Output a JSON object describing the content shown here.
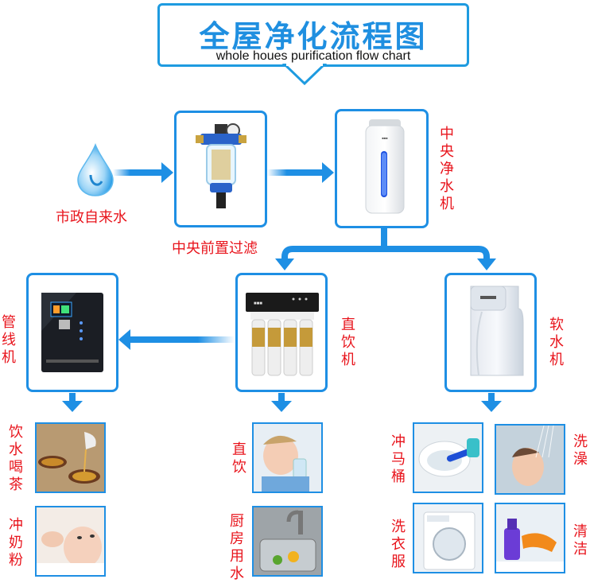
{
  "title": {
    "zh": "全屋净化流程图",
    "en": "whole houes purification flow chart"
  },
  "nodes": {
    "source": "市政自来水",
    "prefilter": "中央前置过滤",
    "central_purifier": "中央净水机",
    "softener": "软水机",
    "direct_drinking": "直饮机",
    "pipeline_machine": "管线机"
  },
  "uses": {
    "pipeline": [
      "饮水喝茶",
      "冲奶粉"
    ],
    "direct": [
      "直饮",
      "厨房用水"
    ],
    "softener_left": [
      "冲马桶",
      "洗衣服"
    ],
    "softener_right": [
      "洗澡",
      "清洁"
    ]
  },
  "colors": {
    "accent": "#1e8fe4",
    "label": "#e8141c",
    "title": "#1f8fe0"
  }
}
